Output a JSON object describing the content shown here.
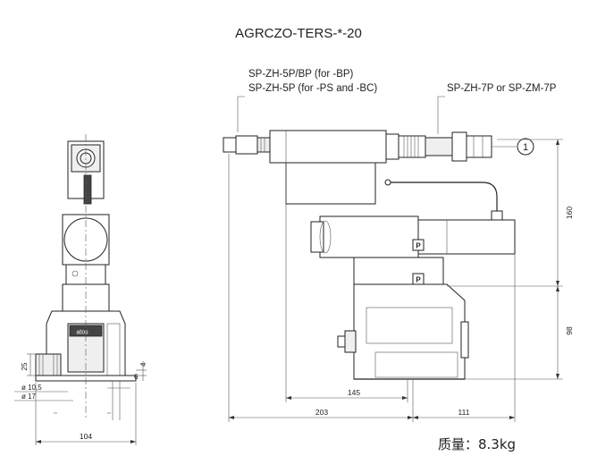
{
  "title": "AGRCZO-TERS-*-20",
  "connectors": {
    "left_line1": "SP-ZH-5P/BP (for -BP)",
    "left_line2": "SP-ZH-5P (for -PS and -BC)",
    "right": "SP-ZH-7P or SP-ZM-7P",
    "callout": "1"
  },
  "side_view_dims": {
    "d25": "25",
    "d4": "4",
    "dia10_5": "ø 10,5",
    "dia17": "ø 17",
    "d6": "6",
    "d104": "104",
    "brand": "atos"
  },
  "front_view_dims": {
    "d160": "160",
    "d98": "98",
    "d145": "145",
    "d203": "203",
    "d111": "111",
    "port_mark": "P"
  },
  "mass": "质量：8.3kg"
}
